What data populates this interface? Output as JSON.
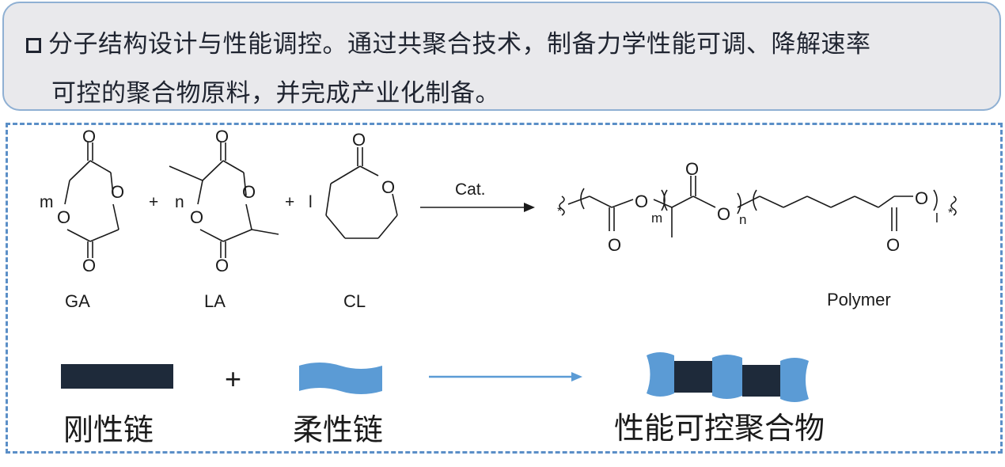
{
  "header": {
    "line1": "分子结构设计与性能调控。通过共聚合技术，制备力学性能可调、降解速率",
    "line2": "可控的聚合物原料，并完成产业化制备。"
  },
  "reaction": {
    "monomers": [
      {
        "name": "GA",
        "repeat_label": "m"
      },
      {
        "name": "LA",
        "repeat_label": "n"
      },
      {
        "name": "CL",
        "repeat_label": "l"
      }
    ],
    "plus": "+",
    "oxygen": "O",
    "catalyst": "Cat.",
    "product_name": "Polymer",
    "product_labels": {
      "m": "m",
      "n": "n",
      "l": "l",
      "end": "*"
    }
  },
  "schematic": {
    "rigid_label": "刚性链",
    "flexible_label": "柔性链",
    "result_label": "性能可控聚合物",
    "plus": "+",
    "colors": {
      "rigid": "#1e2a3a",
      "flexible": "#5b9bd5",
      "arrow": "#5b9bd5"
    }
  }
}
